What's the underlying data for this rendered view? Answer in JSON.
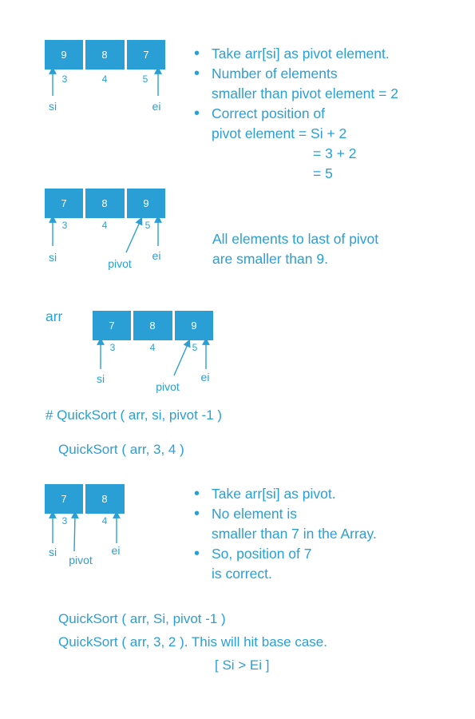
{
  "colors": {
    "accent": "#2a9fd6",
    "box_fill": "#2a9fd6",
    "box_text": "#ffffff"
  },
  "step1": {
    "cells": [
      "9",
      "8",
      "7"
    ],
    "indices": [
      "3",
      "4",
      "5"
    ],
    "labels": {
      "si": "si",
      "ei": "ei"
    },
    "bullets": [
      {
        "lines": [
          "Take arr[si] as pivot element."
        ]
      },
      {
        "lines": [
          "Number of elements",
          "smaller than pivot element = 2"
        ]
      },
      {
        "lines": [
          "Correct position of",
          "pivot element = Si + 2"
        ]
      }
    ],
    "calc": [
      "= 3 + 2",
      "= 5"
    ]
  },
  "step2": {
    "cells": [
      "7",
      "8",
      "9"
    ],
    "indices": [
      "3",
      "4",
      "5"
    ],
    "labels": {
      "si": "si",
      "pivot": "pivot",
      "ei": "ei"
    },
    "note": [
      "All elements to last of pivot",
      "are smaller than 9."
    ]
  },
  "step3": {
    "arr_label": "arr",
    "cells": [
      "7",
      "8",
      "9"
    ],
    "indices": [
      "3",
      "4",
      "5"
    ],
    "labels": {
      "si": "si",
      "pivot": "pivot",
      "ei": "ei"
    },
    "call_comment": "# QuickSort ( arr, si, pivot -1 )",
    "call": "QuickSort ( arr, 3, 4 )"
  },
  "step4": {
    "cells": [
      "7",
      "8"
    ],
    "indices": [
      "3",
      "4"
    ],
    "labels": {
      "si": "si",
      "pivot": "pivot",
      "ei": "ei"
    },
    "bullets": [
      {
        "lines": [
          "Take arr[si] as pivot."
        ]
      },
      {
        "lines": [
          "No element is",
          "smaller than 7 in the Array."
        ]
      },
      {
        "lines": [
          "So, position of 7",
          "is correct."
        ]
      }
    ]
  },
  "final": {
    "line1": "QuickSort ( arr, Si, pivot -1 )",
    "line2": "QuickSort ( arr, 3, 2 ).  This will hit base case.",
    "line3": "[ Si > Ei ]"
  }
}
